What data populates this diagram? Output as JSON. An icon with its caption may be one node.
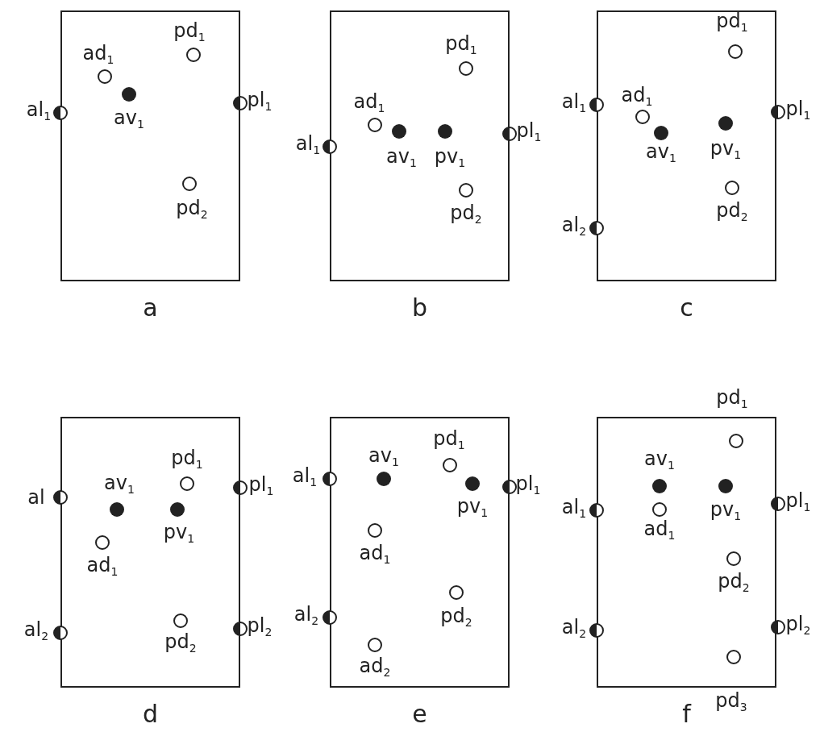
{
  "diagram": {
    "nodes": [
      {
        "text": [
          "a"
        ]
      },
      {
        "text": [],
        "shape": "circle",
        "beside": [
          "ad$_{1}$"
        ],
        "in": 0
      },
      {
        "text": [],
        "shape": "circle",
        "beside": [
          "pd$_{1}$"
        ],
        "in": 0
      },
      {
        "text": [],
        "shape": "dot",
        "beside": [
          "av$_{1}$"
        ],
        "in": 0
      },
      {
        "text": [],
        "shape": "half-dot",
        "beside": [
          "al$_{1}$"
        ],
        "in": 0
      },
      {
        "text": [],
        "shape": "half-dot",
        "beside": [
          "pl$_{1}$"
        ],
        "in": 0
      },
      {
        "text": [],
        "shape": "circle",
        "beside": [
          "pd$_{2}$"
        ],
        "in": 0
      },
      {
        "text": [
          "b"
        ]
      },
      {
        "text": [],
        "shape": "circle",
        "beside": [
          "pd$_{1}$"
        ],
        "in": 7
      },
      {
        "text": [],
        "shape": "circle",
        "beside": [
          "ad$_{1}$"
        ],
        "in": 7
      },
      {
        "text": [],
        "shape": "dot",
        "beside": [
          "av$_{1}$"
        ],
        "in": 7
      },
      {
        "text": [],
        "shape": "dot",
        "beside": [
          "pv$_{1}$"
        ],
        "in": 7
      },
      {
        "text": [],
        "shape": "half-dot",
        "beside": [
          "pl$_{1}$"
        ],
        "in": 7
      },
      {
        "text": [],
        "shape": "half-dot",
        "beside": [
          "al$_{1}$"
        ],
        "in": 7
      },
      {
        "text": [],
        "shape": "circle",
        "beside": [
          "pd$_{2}$"
        ],
        "in": 7
      },
      {
        "text": [
          "c"
        ]
      },
      {
        "text": [],
        "shape": "circle",
        "beside": [
          "pd$_{1}$"
        ],
        "in": 15
      },
      {
        "text": [],
        "shape": "half-dot",
        "beside": [
          "al$_{1}$"
        ],
        "in": 15
      },
      {
        "text": [],
        "shape": "circle",
        "beside": [
          "ad$_{1}$"
        ],
        "in": 15
      },
      {
        "text": [],
        "shape": "half-dot",
        "beside": [
          "pl$_{1}$"
        ],
        "in": 15
      },
      {
        "text": [],
        "shape": "dot",
        "beside": [
          "pv$_{1}$"
        ],
        "in": 15
      },
      {
        "text": [],
        "shape": "dot",
        "beside": [
          "av$_{1}$"
        ],
        "in": 15
      },
      {
        "text": [],
        "shape": "circle",
        "beside": [
          "pd$_{2}$"
        ],
        "in": 15
      },
      {
        "text": [],
        "shape": "half-dot",
        "beside": [
          "al$_{2}$"
        ],
        "in": 15
      },
      {
        "text": [
          "d"
        ]
      },
      {
        "text": [],
        "shape": "circle",
        "beside": [
          "pd$_{1}$"
        ],
        "in": 24
      },
      {
        "text": [],
        "shape": "dot",
        "beside": [
          "av$_{1}$"
        ],
        "in": 24
      },
      {
        "text": [],
        "shape": "half-dot",
        "beside": [
          "pl$_{1}$"
        ],
        "in": 24
      },
      {
        "text": [],
        "shape": "half-dot",
        "beside": [
          "al"
        ],
        "in": 24
      },
      {
        "text": [],
        "shape": "dot",
        "beside": [
          "pv$_{1}$"
        ],
        "in": 24
      },
      {
        "text": [],
        "shape": "circle",
        "beside": [
          "ad$_{1}$"
        ],
        "in": 24
      },
      {
        "text": [],
        "shape": "circle",
        "beside": [
          "pd$_{2}$"
        ],
        "in": 24
      },
      {
        "text": [],
        "shape": "half-dot",
        "beside": [
          "pl$_{2}$"
        ],
        "in": 24
      },
      {
        "text": [],
        "shape": "half-dot",
        "beside": [
          "al$_{2}$"
        ],
        "in": 24
      },
      {
        "text": [
          "e"
        ]
      },
      {
        "text": [],
        "shape": "circle",
        "beside": [
          "pd$_{1}$"
        ],
        "in": 34
      },
      {
        "text": [],
        "shape": "dot",
        "beside": [
          "av$_{1}$"
        ],
        "in": 34
      },
      {
        "text": [],
        "shape": "half-dot",
        "beside": [
          "al$_{1}$"
        ],
        "in": 34
      },
      {
        "text": [],
        "shape": "dot",
        "beside": [
          "pv$_{1}$"
        ],
        "in": 34
      },
      {
        "text": [],
        "shape": "half-dot",
        "beside": [
          "pl$_{1}$"
        ],
        "in": 34
      },
      {
        "text": [],
        "shape": "circle",
        "beside": [
          "ad$_{1}$"
        ],
        "in": 34
      },
      {
        "text": [],
        "shape": "circle",
        "beside": [
          "pd$_{2}$"
        ],
        "in": 34
      },
      {
        "text": [],
        "shape": "half-dot",
        "beside": [
          "al$_{2}$"
        ],
        "in": 34
      },
      {
        "text": [],
        "shape": "circle",
        "beside": [
          "ad$_{2}$"
        ],
        "in": 34
      },
      {
        "text": [
          "f"
        ]
      },
      {
        "text": [],
        "shape": "circle",
        "beside": [
          "pd$_{1}$"
        ],
        "in": 44
      },
      {
        "text": [],
        "shape": "dot",
        "beside": [
          "av$_{1}$"
        ],
        "in": 44
      },
      {
        "text": [],
        "shape": "dot",
        "beside": [
          "pv$_{1}$"
        ],
        "in": 44
      },
      {
        "text": [],
        "shape": "half-dot",
        "beside": [
          "pl$_{1}$"
        ],
        "in": 44
      },
      {
        "text": [],
        "shape": "circle",
        "beside": [
          "ad$_{1}$"
        ],
        "in": 44
      },
      {
        "text": [],
        "shape": "half-dot",
        "beside": [
          "al$_{1}$"
        ],
        "in": 44
      },
      {
        "text": [],
        "shape": "circle",
        "beside": [
          "pd$_{2}$"
        ],
        "in": 44
      },
      {
        "text": [],
        "shape": "half-dot",
        "beside": [
          "pl$_{2}$"
        ],
        "in": 44
      },
      {
        "text": [],
        "shape": "half-dot",
        "beside": [
          "al$_{2}$"
        ],
        "in": 44
      },
      {
        "text": [],
        "shape": "circle",
        "beside": [
          "pd$_{3}$"
        ],
        "in": 44
      }
    ]
  }
}
